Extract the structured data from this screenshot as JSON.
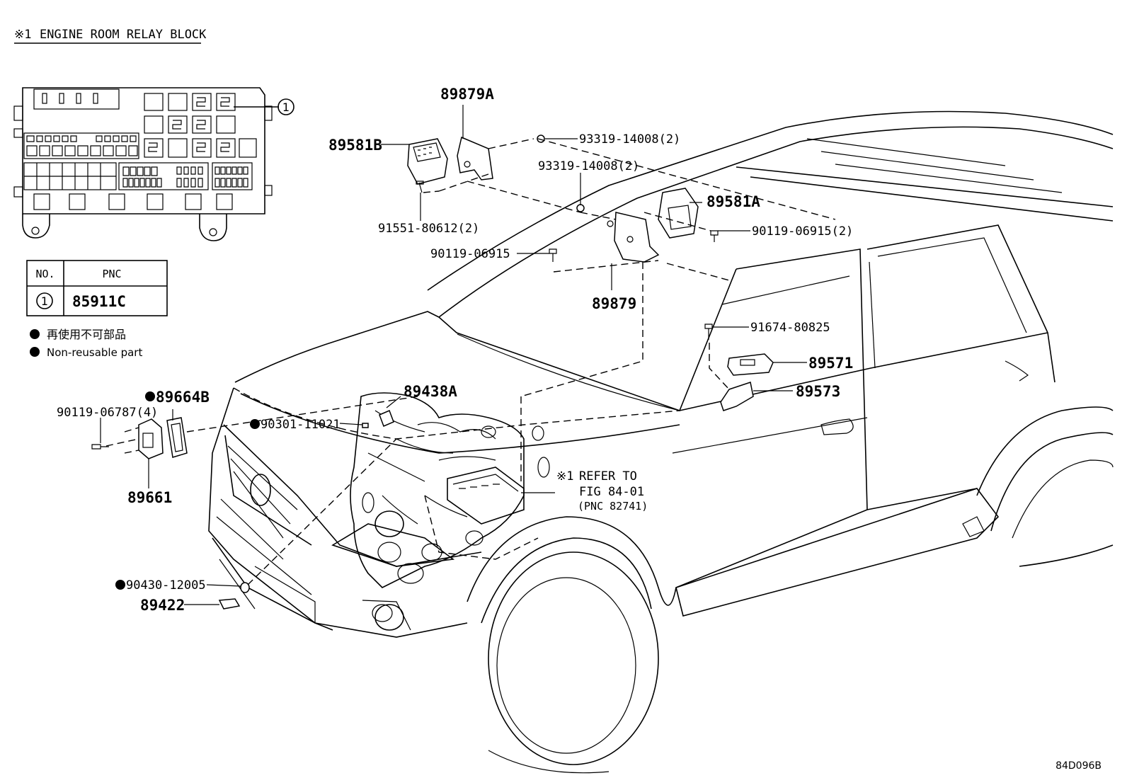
{
  "header": {
    "title_mark": "※1",
    "title": "ENGINE ROOM RELAY BLOCK"
  },
  "table": {
    "col_no": "NO.",
    "col_pnc": "PNC",
    "rows": [
      {
        "no": "1",
        "pnc": "85911C"
      }
    ]
  },
  "legend": {
    "jp": "再使用不可部品",
    "en": "Non-reusable part"
  },
  "callouts": {
    "c89879A": "89879A",
    "c89581B": "89581B",
    "c93319_14008_2_top": "93319-14008(2)",
    "c93319_14008_2_mid": "93319-14008(2)",
    "c89581A": "89581A",
    "c90119_06915_2": "90119-06915(2)",
    "c91551_80612_2": "91551-80612(2)",
    "c90119_06915": "90119-06915",
    "c89879": "89879",
    "c91674_80825": "91674-80825",
    "c89571": "89571",
    "c89573": "89573",
    "c89438A": "89438A",
    "c90301_11021": "90301-11021",
    "c89664B": "89664B",
    "c90119_06787_4": "90119-06787(4)",
    "c89661": "89661",
    "c90430_12005": "90430-12005",
    "c89422": "89422",
    "refer_mark": "※1",
    "refer_line1": "REFER TO",
    "refer_line2": "FIG 84-01",
    "refer_line3": "(PNC 82741)",
    "relay_callout_no": "1"
  },
  "footer": {
    "code": "84D096B"
  }
}
